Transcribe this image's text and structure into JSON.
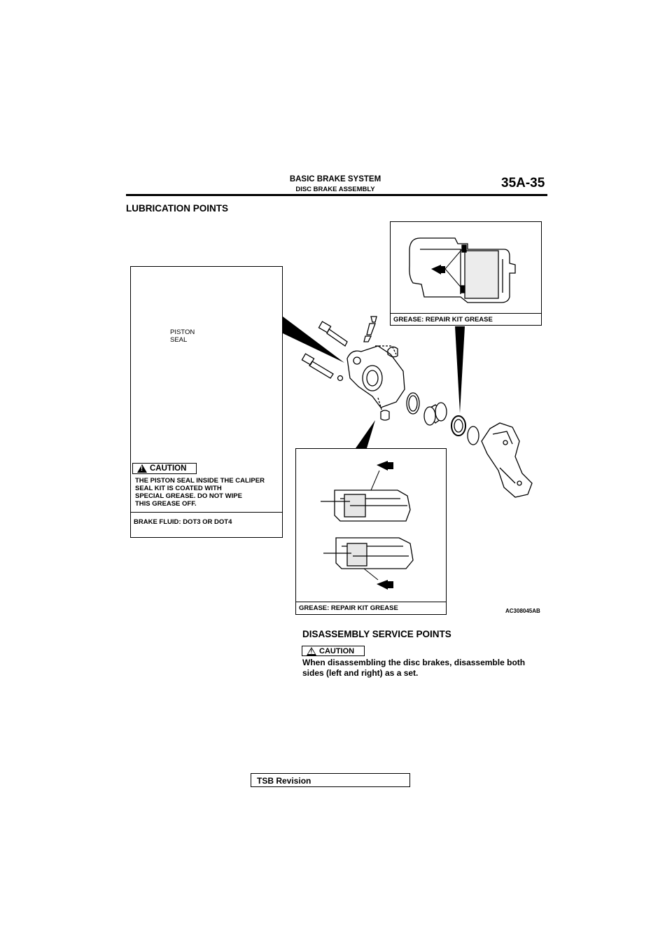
{
  "header": {
    "section_title": "BASIC BRAKE SYSTEM",
    "subsection_title": "DISC BRAKE ASSEMBLY",
    "page_code": "35A-35"
  },
  "lubrication": {
    "heading": "LUBRICATION POINTS",
    "left_panel": {
      "callout_label": "PISTON\nSEAL",
      "caution_label": "CAUTION",
      "caution_text": "THE PISTON SEAL INSIDE THE CALIPER\nSEAL KIT IS COATED WITH\nSPECIAL GREASE. DO NOT WIPE\nTHIS GREASE OFF.",
      "fluid_label": "BRAKE FLUID: DOT3 OR DOT4"
    },
    "top_right_panel": {
      "grease_label": "GREASE: REPAIR KIT GREASE"
    },
    "bottom_panel": {
      "grease_label": "GREASE: REPAIR KIT GREASE"
    },
    "figure_code": "AC308045AB"
  },
  "disassembly": {
    "heading": "DISASSEMBLY SERVICE POINTS",
    "caution_label": "CAUTION",
    "body": "When disassembling the disc brakes, disassemble both sides (left and right) as a set."
  },
  "footer": {
    "tsb_label": "TSB Revision"
  }
}
